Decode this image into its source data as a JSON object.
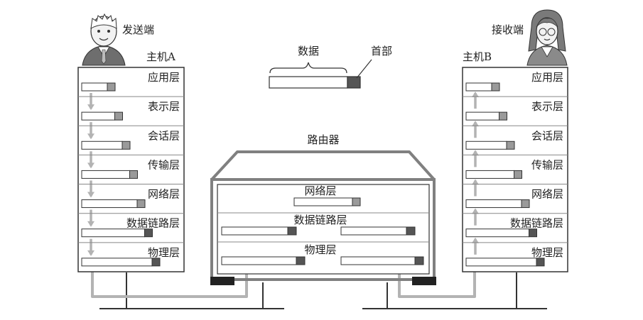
{
  "sender": {
    "label": "发送端",
    "host": "主机A"
  },
  "receiver": {
    "label": "接收端",
    "host": "主机B"
  },
  "legend": {
    "data": "数据",
    "header": "首部"
  },
  "router": {
    "title": "路由器",
    "layers": [
      "网络层",
      "数据链路层",
      "物理层"
    ]
  },
  "host_layers": [
    "应用层",
    "表示层",
    "会话层",
    "传输层",
    "网络层",
    "数据链路层",
    "物理层"
  ],
  "colors": {
    "arrow": "#b3b3b3",
    "header": "#555555",
    "header_light": "#9a9a9a",
    "frame": "#808080",
    "line": "#333333"
  }
}
